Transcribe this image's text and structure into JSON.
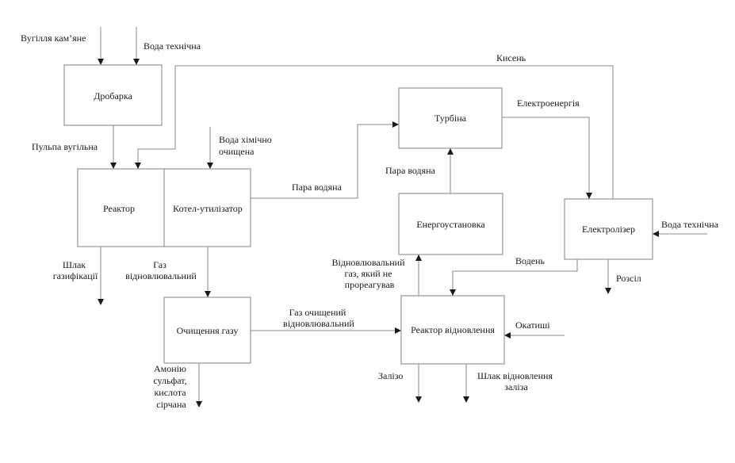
{
  "blocks": {
    "crusher": "Дробарка",
    "reactor": "Реактор",
    "boiler": "Котел-утилізатор",
    "turbine": "Турбіна",
    "power_unit": "Енергоустановка",
    "electrolyzer": "Електролізер",
    "gas_cleaning": "Очищення газу",
    "reduction_reactor": "Реактор відновлення"
  },
  "flows": {
    "coal": "Вугілля кам’яне",
    "tech_water_top": "Вода технічна",
    "oxygen": "Кисень",
    "pulp": "Пульпа вугільна",
    "chem_water_1": "Вода хімічно",
    "chem_water_2": "очищена",
    "steam_1": "Пара водяна",
    "steam_2": "Пара водяна",
    "electricity": "Електроенергія",
    "tech_water_right": "Вода технічна",
    "slag_gas_1": "Шлак",
    "slag_gas_2": "газифікації",
    "reducing_gas_1": "Газ",
    "reducing_gas_2": "відновлювальний",
    "unreacted_gas_1": "Відновлювальний",
    "unreacted_gas_2": "газ, який не",
    "unreacted_gas_3": "прореагував",
    "hydrogen": "Водень",
    "brine": "Розсіл",
    "clean_gas_1": "Газ очищений",
    "clean_gas_2": "відновлювальний",
    "pellets": "Окатиші",
    "byproducts_1": "Амонію",
    "byproducts_2": "сульфат,",
    "byproducts_3": "кислота",
    "byproducts_4": "сірчана",
    "iron": "Залізо",
    "slag_iron_1": "Шлак відновлення",
    "slag_iron_2": "заліза"
  }
}
